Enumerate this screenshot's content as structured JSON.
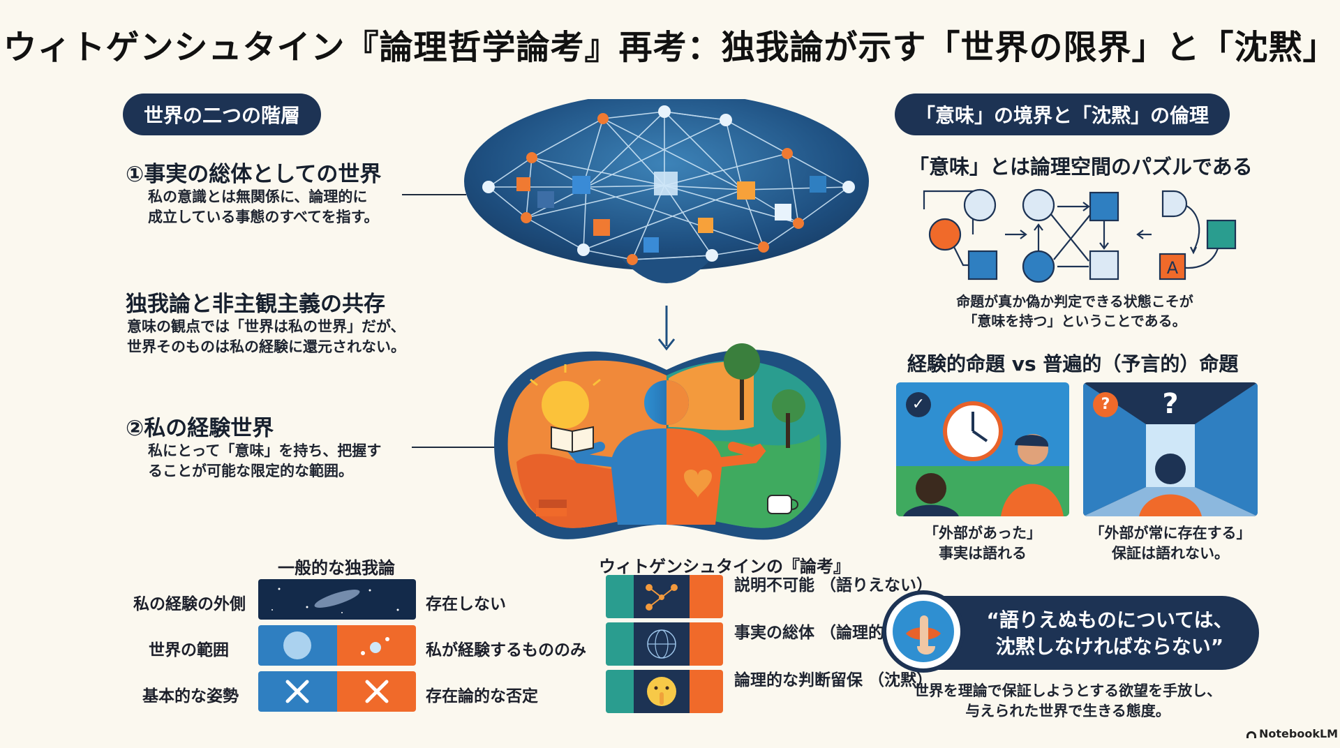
{
  "title": "ウィトゲンシュタイン『論理哲学論考』再考：独我論が示す「世界の限界」と「沈黙」",
  "left": {
    "section_pill": "世界の二つの階層",
    "world_facts": {
      "heading": "①事実の総体としての世界",
      "body": "私の意識とは無関係に、論理的に\n成立している事態のすべてを指す。"
    },
    "coexist": {
      "heading": "独我論と非主観主義の共存",
      "body": "意味の観点では「世界は私の世界」だが、\n世界そのものは私の経験に還元されない。"
    },
    "my_world": {
      "heading": "②私の経験世界",
      "body": "私にとって「意味」を持ち、把握す\nることが可能な限定的な範囲。"
    }
  },
  "comparison": {
    "general_header": "一般的な独我論",
    "wittgenstein_header": "ウィトゲンシュタインの『論考』",
    "rows": [
      {
        "label": "私の経験の外側",
        "general": "存在しない",
        "wittgenstein": "説明不可能\n（語りえない）"
      },
      {
        "label": "世界の範囲",
        "general": "私が経験するもののみ",
        "wittgenstein": "事実の総体\n（論理的構造）"
      },
      {
        "label": "基本的な姿勢",
        "general": "存在論的な否定",
        "wittgenstein": "論理的な判断留保\n（沈黙）"
      }
    ]
  },
  "right": {
    "section_pill": "「意味」の境界と「沈黙」の倫理",
    "puzzle": {
      "heading": "「意味」とは論理空間のパズルである",
      "diagram_letter": "A",
      "caption": "命題が真か偽か判定できる状態こそが\n「意味を持つ」ということである。"
    },
    "propositions": {
      "heading": "経験的命題 vs 普遍的（予言的）命題",
      "empirical_caption": "「外部があった」\n事実は語れる",
      "universal_caption": "「外部が常に存在する」\n保証は語れない。",
      "check_symbol": "✓",
      "question_badge": "?",
      "question_mark": "?"
    },
    "quote": {
      "text": "“語りえぬものについては、\n沈黙しなければならない”",
      "caption": "世界を理論で保証しようとする欲望を手放し、\n与えられた世界で生きる態度。"
    }
  },
  "brand": "NotebookLM",
  "colors": {
    "navy": "#1d3354",
    "blue": "#2f7fc1",
    "orange": "#f06a2a",
    "teal": "#2a9d8f"
  }
}
